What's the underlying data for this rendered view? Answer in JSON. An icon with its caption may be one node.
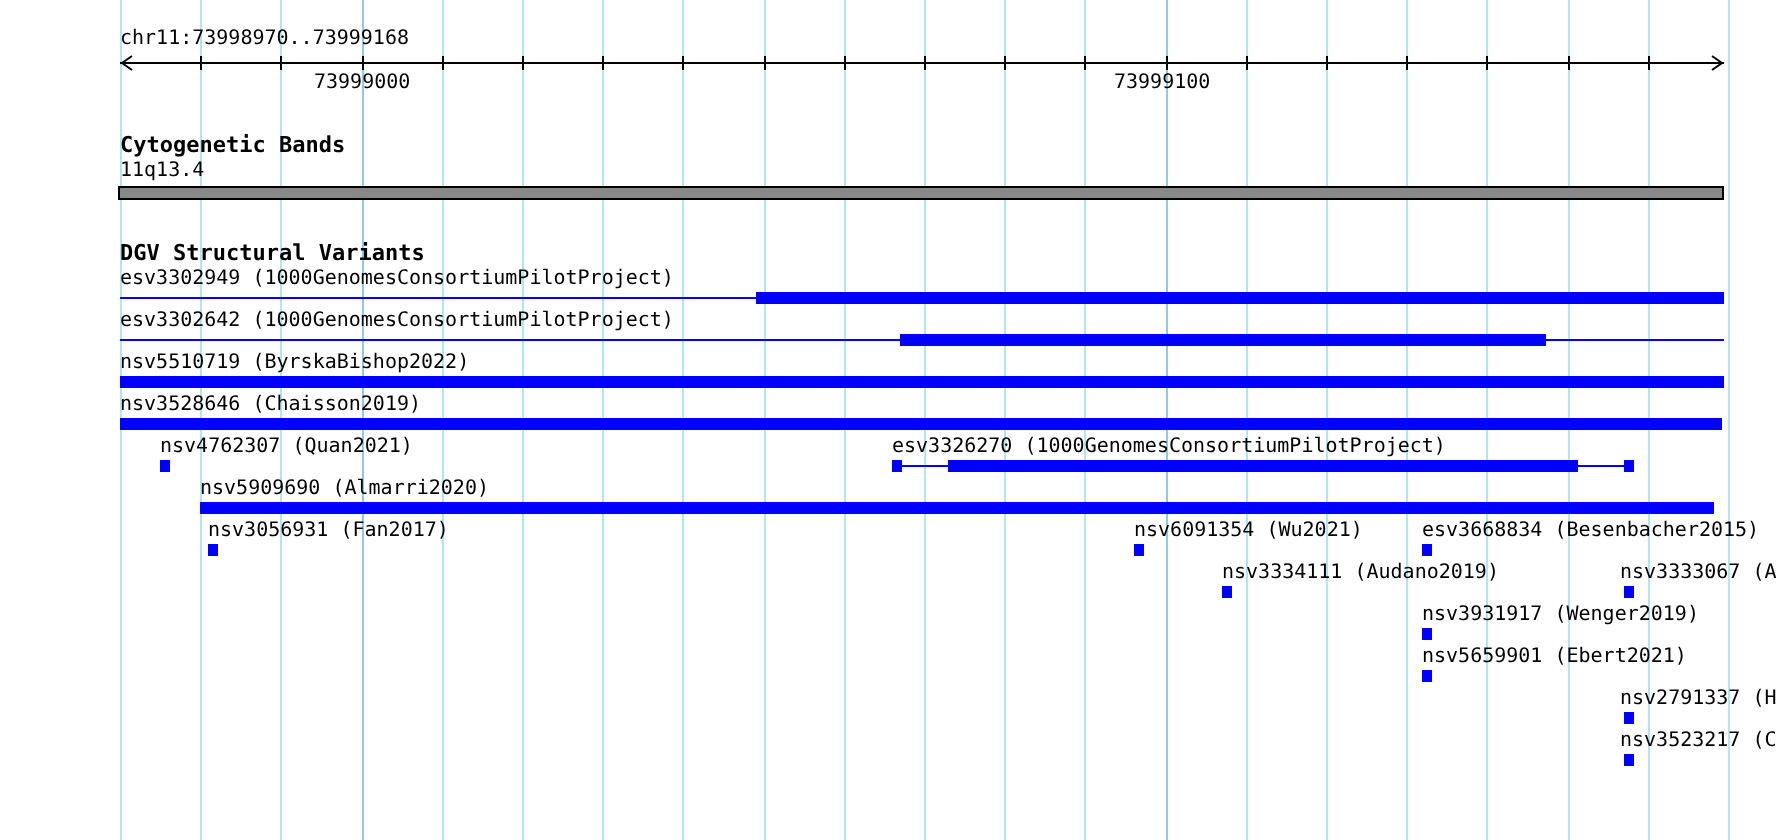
{
  "diagram": {
    "labels": [
      "chr11:73998970..73999168",
      "73999000",
      "73999100",
      "Cytogenetic Bands",
      "11q13.4",
      "DGV Structural Variants",
      "esv3302949 (1000GenomesConsortiumPilotProject)",
      "esv3302642 (1000GenomesConsortiumPilotProject)",
      "nsv5510719 (ByrskaBishop2022)",
      "nsv3528646 (Chaisson2019)",
      "nsv4762307 (Quan2021)",
      "esv3326270 (1000GenomesConsortiumPilotProject)",
      "nsv5909690 (Almarri2020)",
      "nsv3056931 (Fan2017)",
      "nsv6091354 (Wu2021)",
      "esv3668834 (Besenbacher2015)",
      "nsv3334111 (Audano2019)",
      "nsv3333067 (A",
      "nsv3931917 (Wenger2019)",
      "nsv5659901 (Ebert2021)",
      "nsv2791337 (H",
      "nsv3523217 (C"
    ]
  }
}
